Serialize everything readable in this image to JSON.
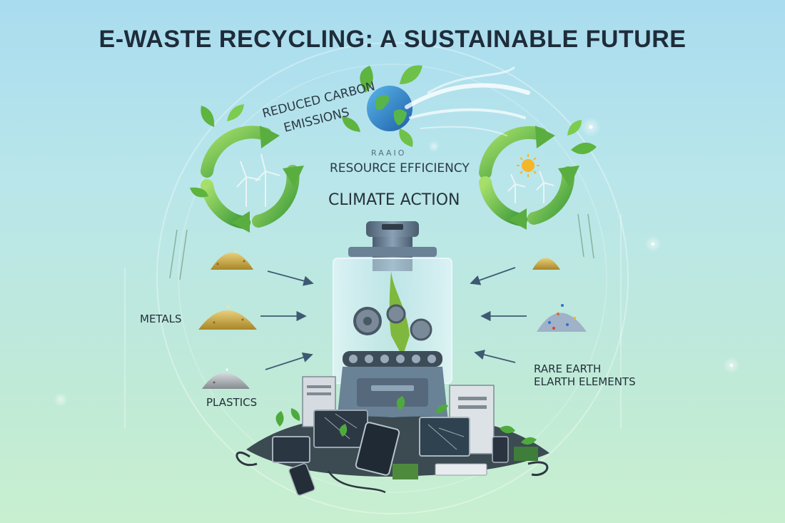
{
  "title": "E-WASTE RECYCLING: A SUSTAINABLE FUTURE",
  "labels": {
    "reduced_carbon_line1": "REDUCED CARBON",
    "reduced_carbon_line2": "EMISSIONS",
    "small_top_text": "RAAIO",
    "resource_efficiency": "RESOURCE EFFICIENCY",
    "climate_action": "CLIMATE ACTION",
    "metals": "METALS",
    "plastics": "PLASTICS",
    "rare_earth_line1": "RARE EARTH",
    "rare_earth_line2": "ELARTH ELEMENTS"
  },
  "colors": {
    "title_text": "#1e2c3a",
    "recycle_green_dark": "#3f9b3a",
    "recycle_green_light": "#8fd35a",
    "machine_steel": "#5f7489",
    "glass_tint": "#cfe9f2",
    "gold_pile": "#c9a53c",
    "silver_pile": "#a9afb3"
  },
  "icons": [
    "globe-icon",
    "wind-swoosh-icon",
    "recycle-arrows-icon",
    "wind-turbine-icon",
    "sun-icon",
    "leaf-icon",
    "gear-icon",
    "arrow-icon"
  ]
}
